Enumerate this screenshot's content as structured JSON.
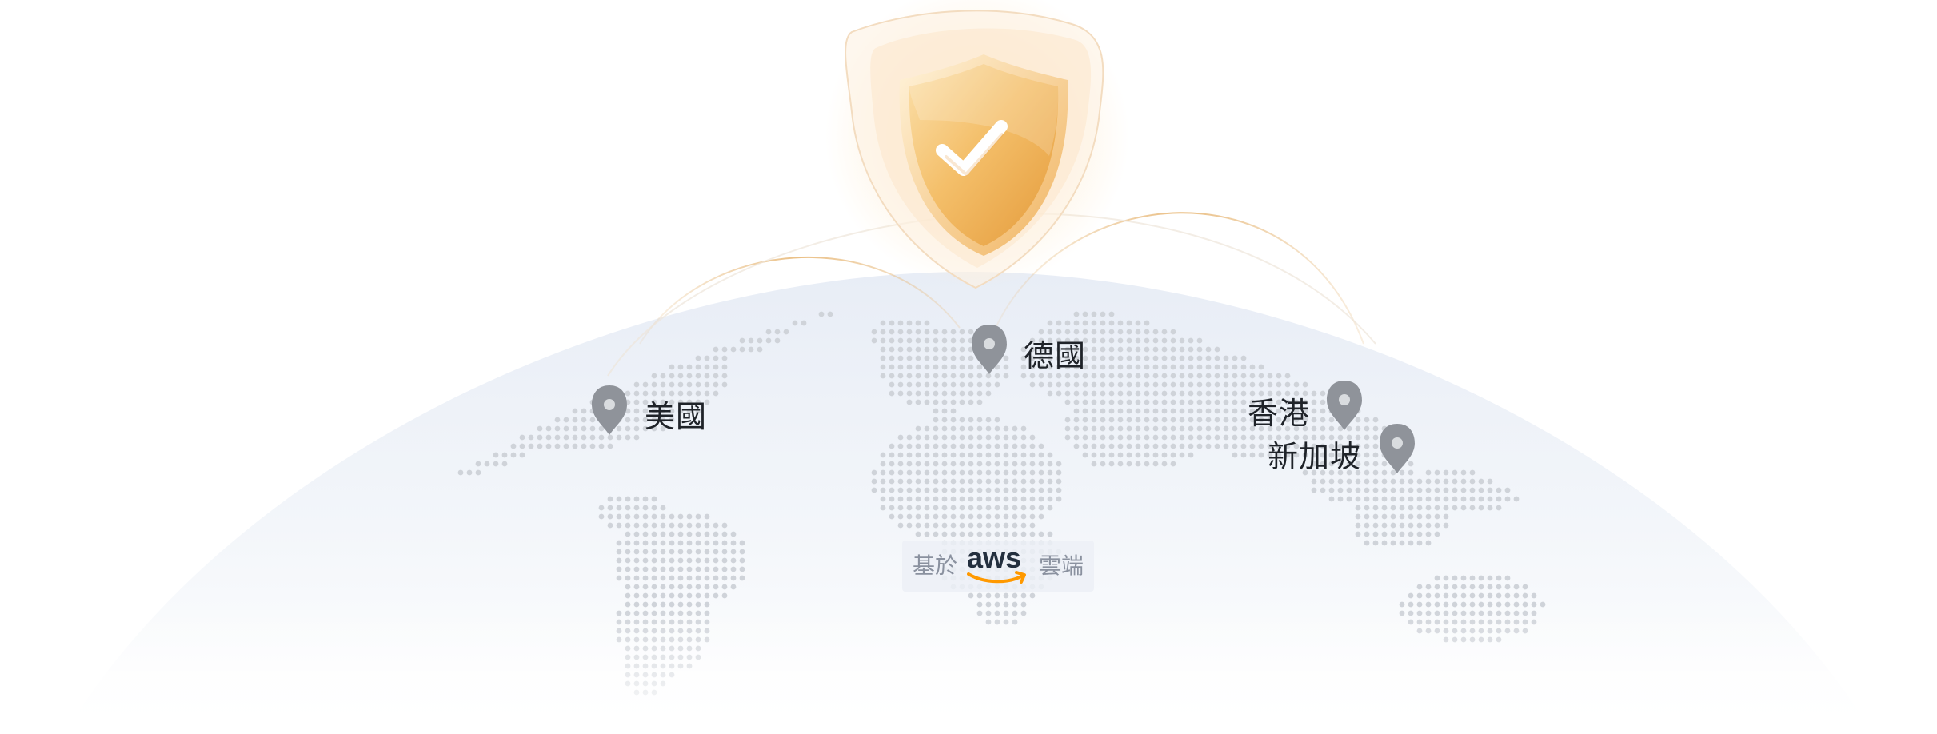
{
  "locations": {
    "usa": "美國",
    "germany": "德國",
    "hongkong": "香港",
    "singapore": "新加坡"
  },
  "badge": {
    "prefix": "基於",
    "logo_text": "aws",
    "suffix": "雲端"
  },
  "colors": {
    "globe_top": "#e9eef6",
    "globe_bottom": "#ffffff",
    "map_dot": "#cfd3d9",
    "pin": "#8f939a",
    "arc": "#e8b877",
    "shield_gold": "#f2b55a",
    "aws_orange": "#ff9900",
    "aws_navy": "#232f3e"
  },
  "icons": [
    "shield-check-icon",
    "location-pin-icon",
    "aws-logo"
  ]
}
